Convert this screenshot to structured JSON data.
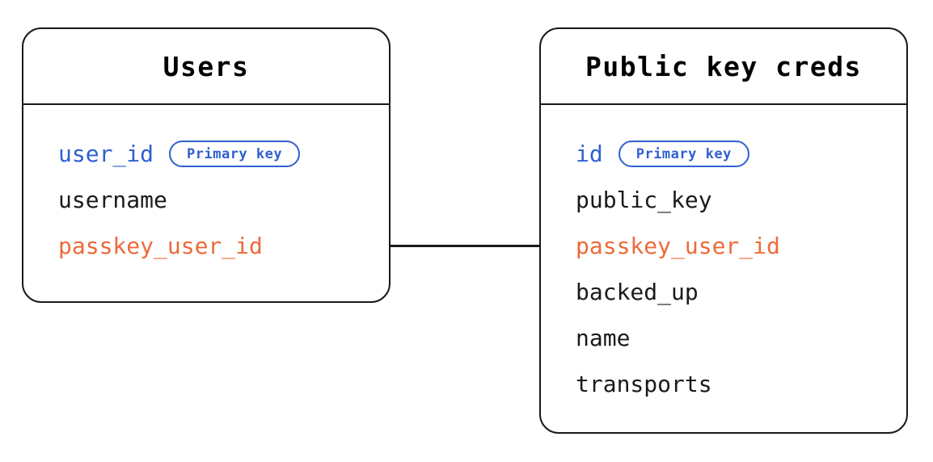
{
  "diagram": {
    "kind": "entity-relationship-diagram",
    "background_color": "#ffffff",
    "line_color": "#1a1a1a",
    "colors": {
      "primary_key_text": "#2f5fd0",
      "foreign_key_text": "#ec6a39",
      "default_text": "#1a1a1a",
      "badge_border": "#2f5fd0"
    },
    "entities": [
      {
        "id": "users",
        "title": "Users",
        "fields": [
          {
            "name": "user_id",
            "role": "primary",
            "badge": "Primary key"
          },
          {
            "name": "username",
            "role": "default",
            "badge": ""
          },
          {
            "name": "passkey_user_id",
            "role": "foreign",
            "badge": ""
          }
        ]
      },
      {
        "id": "public_key_creds",
        "title": "Public key creds",
        "fields": [
          {
            "name": "id",
            "role": "primary",
            "badge": "Primary key"
          },
          {
            "name": "public_key",
            "role": "default",
            "badge": ""
          },
          {
            "name": "passkey_user_id",
            "role": "foreign",
            "badge": ""
          },
          {
            "name": "backed_up",
            "role": "default",
            "badge": ""
          },
          {
            "name": "name",
            "role": "default",
            "badge": ""
          },
          {
            "name": "transports",
            "role": "default",
            "badge": ""
          }
        ]
      }
    ],
    "relationship": {
      "from": "users.passkey_user_id",
      "to": "public_key_creds.passkey_user_id",
      "style": "straight-line"
    }
  }
}
